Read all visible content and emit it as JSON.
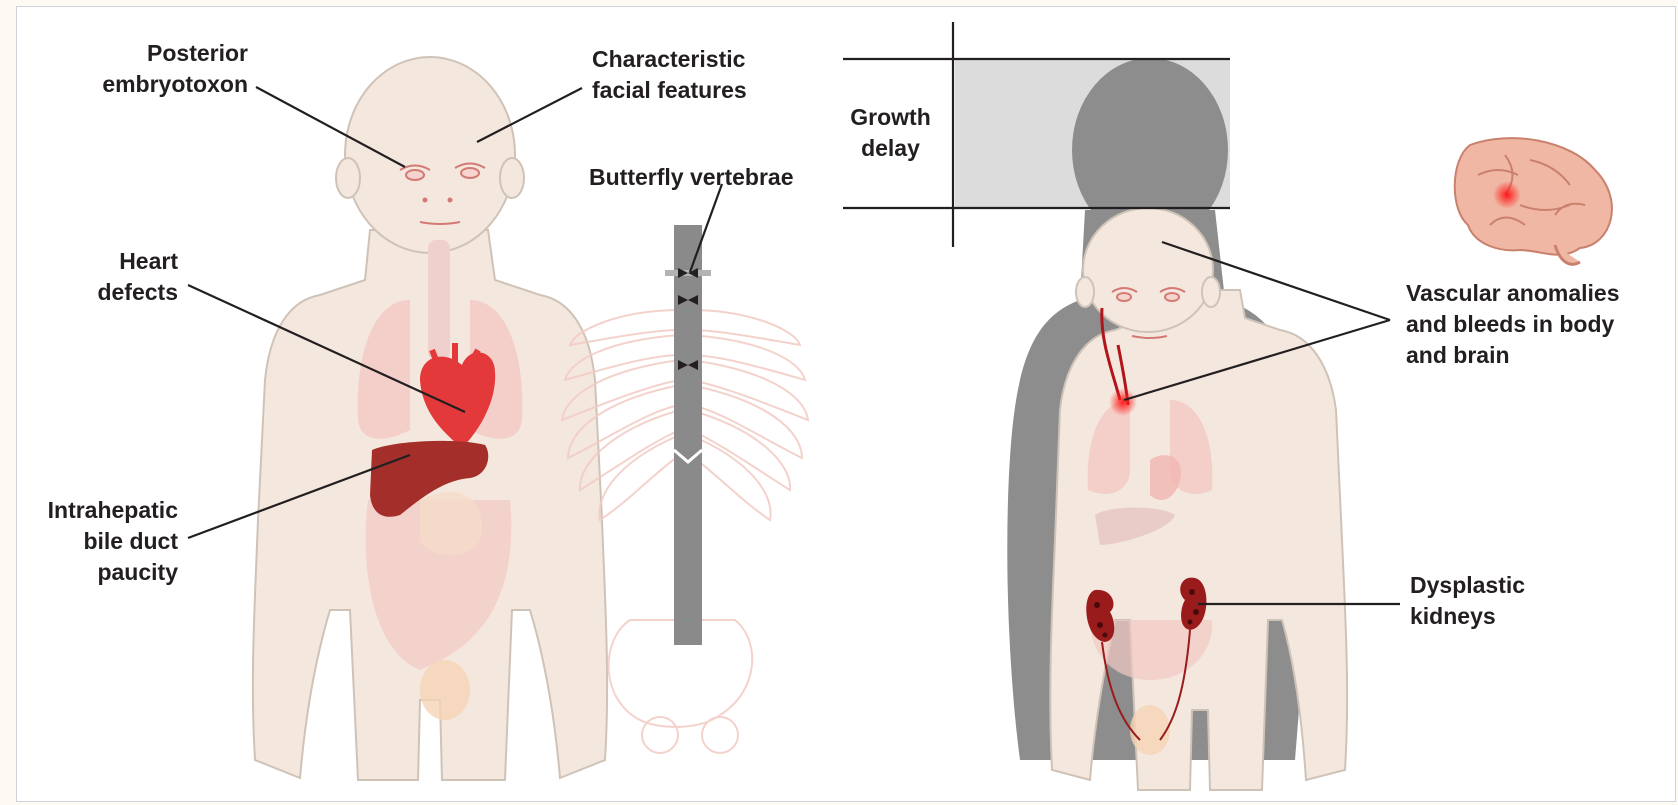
{
  "labels": {
    "posterior_embryotoxon": "Posterior\nembryotoxon",
    "facial_features": "Characteristic\nfacial features",
    "butterfly_vertebrae": "Butterfly vertebrae",
    "heart_defects": "Heart\ndefects",
    "bile_duct": "Intrahepatic\nbile duct\npaucity",
    "growth_delay": "Growth\ndelay",
    "vascular": "Vascular anomalies\nand bleeds in body\nand brain",
    "kidneys": "Dysplastic\nkidneys"
  },
  "colors": {
    "skin": "#f4e7dd",
    "skin_outline": "#cfc3b8",
    "organ_faint": "#f3c9c4",
    "heart": "#e4393b",
    "liver": "#a42f2a",
    "kidney": "#9a1b1c",
    "shadow": "#8d8d8d",
    "leader_line": "#231f20",
    "brain": "#f0b8a4"
  }
}
